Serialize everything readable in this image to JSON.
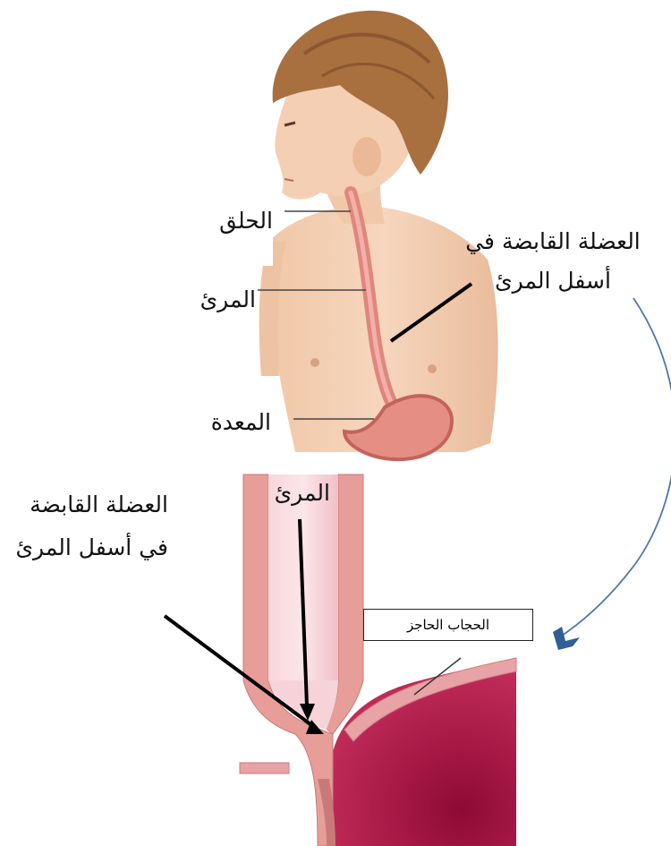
{
  "figure": {
    "top_labels": {
      "pharynx": "الحلق",
      "esophagus": "المرئ",
      "stomach": "المعدة",
      "sphincter": "العضلة القابضة في أسفل المرئ"
    },
    "bottom_labels": {
      "esophagus": "المرئ",
      "sphincter": "العضلة القابضة في أسفل المرئ",
      "diaphragm": "الحجاب الحاجز"
    },
    "colors": {
      "skin": "#f2cdb0",
      "skin_shade": "#e4b393",
      "hair": "#a86f3f",
      "esophagus": "#e38f86",
      "stomach_wall": "#c4625c",
      "inner_pink": "#f4c7ce",
      "stomach_dark": "#a5123f",
      "arrow_blue": "#4c79a8",
      "arrow_head": "#2f5f95"
    }
  }
}
